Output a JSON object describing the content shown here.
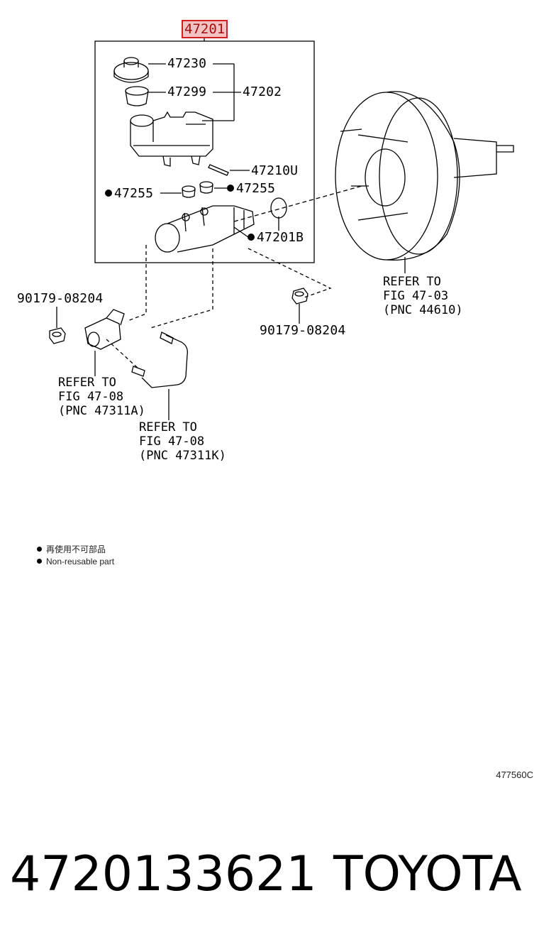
{
  "assembly": {
    "part_number": "47201"
  },
  "callouts": {
    "c47230": "47230",
    "c47299": "47299",
    "c47202": "47202",
    "c47210U": "47210U",
    "c47255_left": "47255",
    "c47255_right": "47255",
    "c47201B": "47201B",
    "c90179_left": "90179-08204",
    "c90179_right": "90179-08204"
  },
  "references": {
    "booster": "REFER TO\nFIG 47-03\n(PNC 44610)",
    "switch": "REFER TO\nFIG 47-08\n(PNC 47311A)",
    "tube": "REFER TO\nFIG 47-08\n(PNC 47311K)"
  },
  "legend": {
    "line1": "再使用不可部品",
    "line2": "Non-reusable part"
  },
  "figure_code": "477560C",
  "footer": {
    "part_number": "4720133621",
    "brand": "TOYOTA"
  }
}
